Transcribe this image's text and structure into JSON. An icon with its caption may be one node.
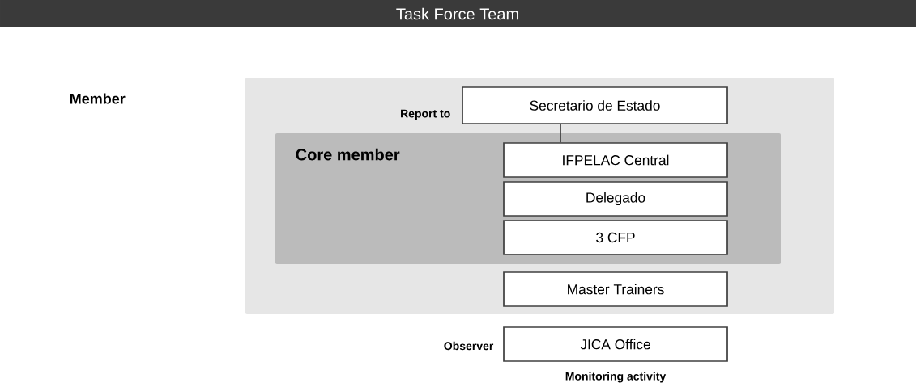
{
  "diagram": {
    "title": "Task Force Team",
    "nodes": [
      {
        "text": [],
        "shape": "box"
      },
      {
        "text": [
          "Secretario de Estado"
        ],
        "in": 0,
        "beside": [
          "Report to"
        ]
      },
      {
        "text": [
          "Core member"
        ],
        "in": 0
      },
      {
        "text": [
          "IFPELAC Central"
        ],
        "in": 2
      },
      {
        "text": [
          "Delegado"
        ],
        "in": 2
      },
      {
        "text": [
          "3 CFP"
        ],
        "in": 2
      },
      {
        "text": [
          "Master Trainers"
        ],
        "in": 0
      },
      {
        "text": [
          "JICA Office"
        ],
        "beside": [
          "Observer",
          "Monitoring activity"
        ]
      }
    ],
    "edges": [
      {
        "from": 1,
        "to": 3,
        "arrow": "none"
      }
    ],
    "labels": [
      "Member"
    ]
  }
}
